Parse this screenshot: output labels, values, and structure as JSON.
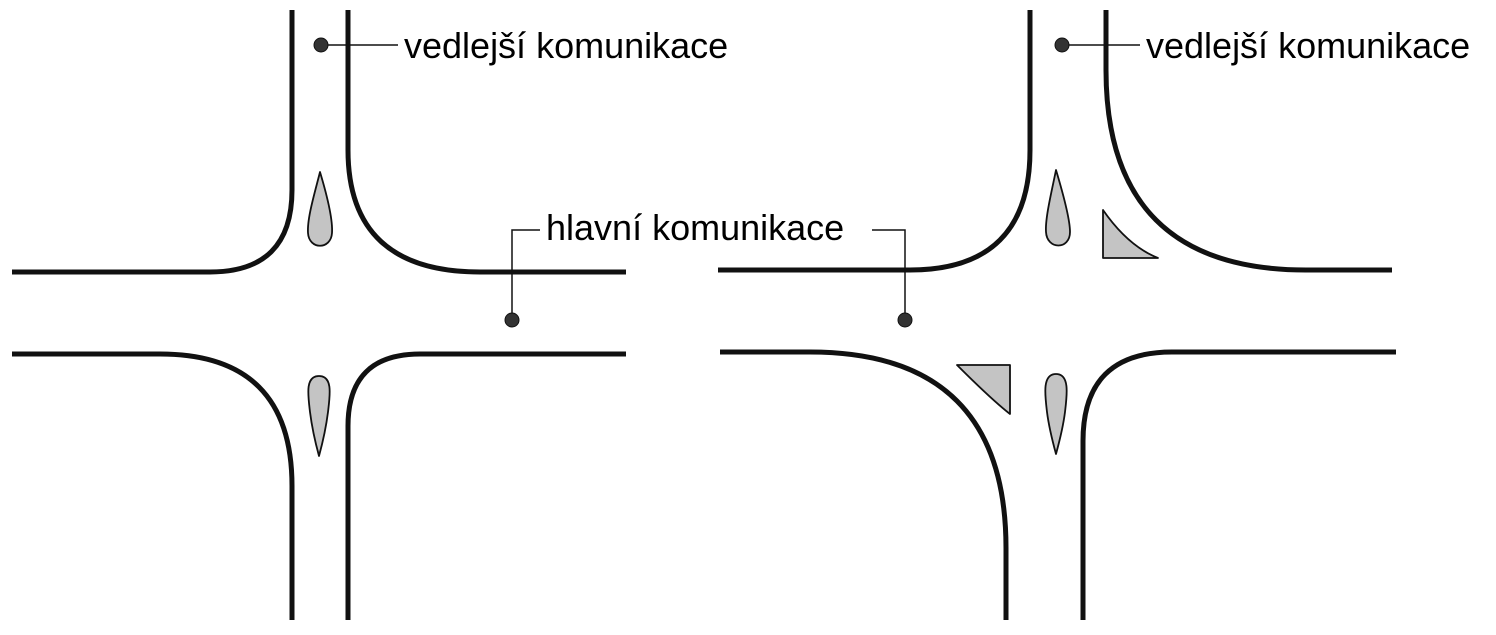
{
  "labels": {
    "minor_road_left": "vedlejší komunikace",
    "minor_road_right": "vedlejší komunikace",
    "major_road": "hlavní komunikace"
  },
  "colors": {
    "line": "#111111",
    "island_fill": "#c4c4c4",
    "background": "#ffffff"
  }
}
